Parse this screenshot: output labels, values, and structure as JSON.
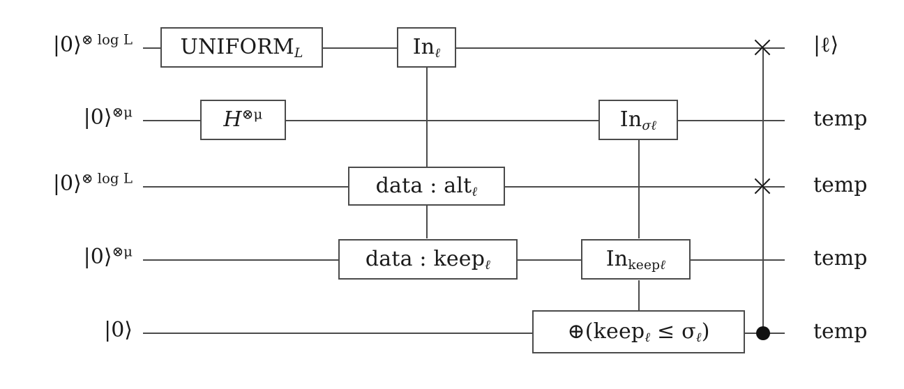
{
  "figure": {
    "kind": "quantum-circuit-diagram",
    "title": "",
    "wire_color": "#4a4a4a",
    "box_border_color": "#4a4a4a",
    "background": "#ffffff",
    "ink_color": "#1a1a1a"
  },
  "wires": [
    {
      "index": 1,
      "input_label": "|0⟩",
      "input_sup": "⊗ log L",
      "output_label": "|ℓ⟩"
    },
    {
      "index": 2,
      "input_label": "|0⟩",
      "input_sup": "⊗μ",
      "output_label": "temp"
    },
    {
      "index": 3,
      "input_label": "|0⟩",
      "input_sup": "⊗ log L",
      "output_label": "temp"
    },
    {
      "index": 4,
      "input_label": "|0⟩",
      "input_sup": "⊗μ",
      "output_label": "temp"
    },
    {
      "index": 5,
      "input_label": "|0⟩",
      "input_sup": "",
      "output_label": "temp"
    }
  ],
  "gates": [
    {
      "id": "uniform",
      "label": "UNIFORM",
      "sub": "L",
      "wire": 1,
      "style": "small-caps"
    },
    {
      "id": "in-ell",
      "label": "In",
      "sub": "ℓ",
      "wire": 1,
      "style": "roman"
    },
    {
      "id": "hadamard",
      "label": "H",
      "sup": "⊗μ",
      "wire": 2,
      "style": "italic"
    },
    {
      "id": "in-sigma",
      "label": "In",
      "sub": "σ",
      "subsub": "ℓ",
      "wire": 2,
      "style": "roman"
    },
    {
      "id": "data-alt",
      "label": "data : alt",
      "sub": "ℓ",
      "wire": 3,
      "style": "roman"
    },
    {
      "id": "data-keep",
      "label": "data : keep",
      "sub": "ℓ",
      "wire": 4,
      "style": "roman"
    },
    {
      "id": "in-keep",
      "label": "In",
      "sub": "keep",
      "subsub": "ℓ",
      "wire": 4,
      "style": "roman"
    },
    {
      "id": "compare",
      "label": "⊕(keep",
      "sub": "ℓ",
      "mid": " ≤ σ",
      "sub2": "ℓ",
      "tail": ")",
      "wire": 5,
      "style": "roman"
    }
  ],
  "controls": [
    {
      "id": "control-in-ell-to-data-alt",
      "from_gate": "in-ell",
      "to_gate": "data-alt",
      "kind": "vertical-link"
    },
    {
      "id": "control-data-alt-to-keep",
      "from_gate": "data-alt",
      "to_gate": "data-keep",
      "kind": "vertical-link"
    },
    {
      "id": "control-in-sigma-to-in-keep",
      "from_gate": "in-sigma",
      "to_gate": "in-keep",
      "kind": "vertical-link"
    },
    {
      "id": "control-in-keep-to-compare",
      "from_gate": "in-keep",
      "to_gate": "compare",
      "kind": "vertical-link"
    }
  ],
  "controlled_swap": {
    "id": "controlled-swap",
    "swap_wires": [
      1,
      3
    ],
    "control_wire": 5,
    "control_type": "filled-dot",
    "swap_symbol": "✕"
  }
}
